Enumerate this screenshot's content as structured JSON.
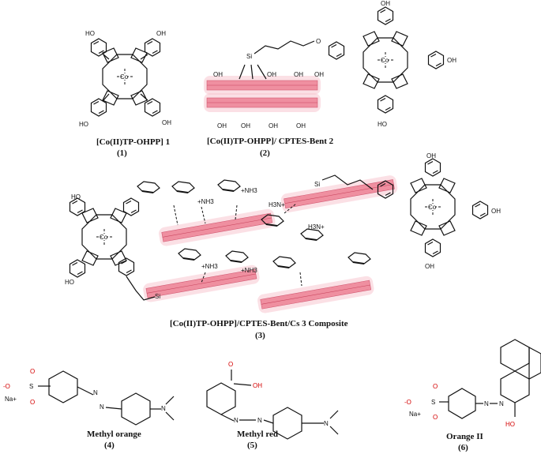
{
  "captions": {
    "c1_name": "[Co(II)TP-OHPP] 1",
    "c1_num": "(1)",
    "c2_name": "[Co(II)TP-OHPP]/ CPTES-Bent 2",
    "c2_num": "(2)",
    "c3_name": "[Co(II)TP-OHPP]/CPTES-Bent/Cs 3 Composite",
    "c3_num": "(3)",
    "c4_name": "Methyl orange",
    "c4_num": "(4)",
    "c5_name": "Methyl red",
    "c5_num": "(5)",
    "c6_name": "Orange II",
    "c6_num": "(6)"
  },
  "atoms": {
    "ho": "HO",
    "oh": "OH",
    "co": "Co",
    "n": "N",
    "si": "Si",
    "o": "O",
    "o_minus": "-O",
    "s": "S",
    "na": "Na+",
    "nh3": "+NH3",
    "h3n": "H3N+",
    "oh_cooh": "OH"
  }
}
